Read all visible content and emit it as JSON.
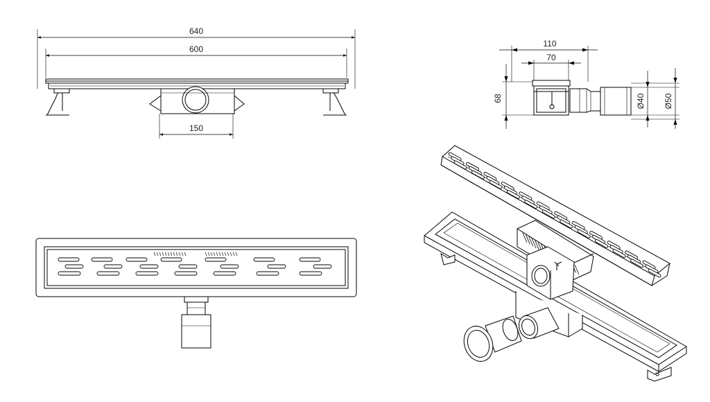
{
  "dimensions": {
    "total_length": "640",
    "channel_length": "600",
    "outlet_width": "150",
    "outer_width": "110",
    "channel_width": "70",
    "height": "68",
    "outlet_inner_diameter": "Ø40",
    "outlet_outer_diameter": "Ø50"
  },
  "colors": {
    "line": "#000000",
    "background": "#ffffff"
  }
}
